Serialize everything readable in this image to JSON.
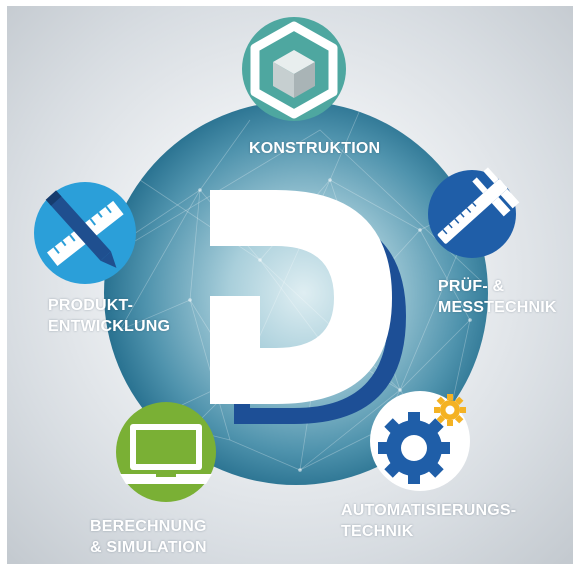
{
  "colors": {
    "sphere_light": "#bcd6e0",
    "sphere_mid": "#5c9db4",
    "sphere_dark": "#1f6f8f",
    "teal": "#4ea7a0",
    "blue_dark": "#1f5ea8",
    "blue_light": "#2b9fd9",
    "green": "#7ab035",
    "gold": "#f4b223",
    "logo_white": "#ffffff",
    "logo_shadow": "#1d4f96"
  },
  "logo": {
    "letter": "D"
  },
  "nodes": {
    "konstruktion": {
      "icon": "cube-icon",
      "lines": [
        "KONSTRUKTION"
      ]
    },
    "pruef": {
      "icon": "caliper-icon",
      "lines": [
        "PRÜF- &",
        "MESSTECHNIK"
      ]
    },
    "automatisierung": {
      "icon": "gears-icon",
      "lines": [
        "AUTOMATISIERUNGS-",
        "TECHNIK"
      ]
    },
    "berechnung": {
      "icon": "laptop-icon",
      "lines": [
        "BERECHNUNG",
        "& SIMULATION"
      ]
    },
    "produkt": {
      "icon": "pencil-ruler-icon",
      "lines": [
        "PRODUKT-",
        "ENTWICKLUNG"
      ]
    }
  }
}
